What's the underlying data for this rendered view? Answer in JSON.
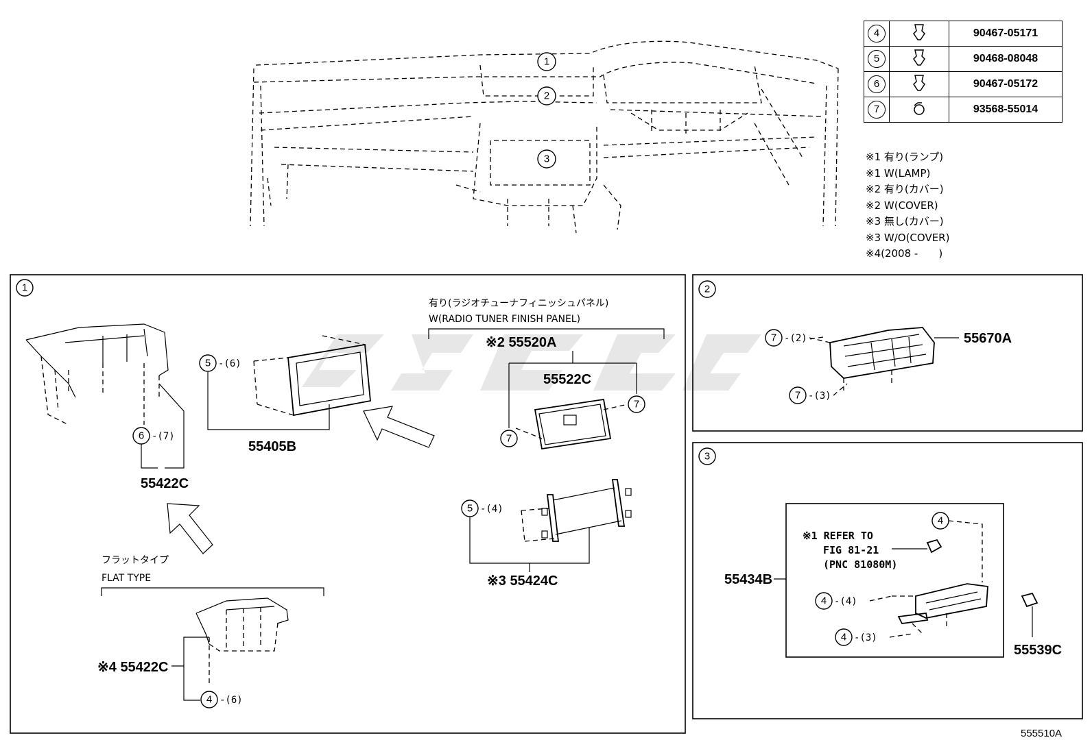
{
  "legend": [
    {
      "num": "4",
      "icon": "clip-icon",
      "part": "90467-05171"
    },
    {
      "num": "5",
      "icon": "clip-icon",
      "part": "90468-08048"
    },
    {
      "num": "6",
      "icon": "clip-icon",
      "part": "90467-05172"
    },
    {
      "num": "7",
      "icon": "screw-icon",
      "part": "93568-55014"
    }
  ],
  "notes": [
    "※1 有り(ランプ)",
    "※1 W(LAMP)",
    "※2 有り(カバー)",
    "※2 W(COVER)",
    "※3 無し(カバー)",
    "※3 W/O(COVER)",
    "※4(2008 -　　)"
  ],
  "overview": {
    "callouts": [
      "1",
      "2",
      "3"
    ]
  },
  "section1": {
    "num": "1",
    "radio_jp": "有り(ラジオチューナフィニッシュパネル)",
    "radio_en": "W(RADIO TUNER FINISH PANEL)",
    "p55520A": "※2 55520A",
    "p55522C": "55522C",
    "p55405B": "55405B",
    "p55422C": "55422C",
    "p55424C": "※3 55424C",
    "p55422C_flat": "※4 55422C",
    "flat_jp": "フラットタイプ",
    "flat_en": "FLAT TYPE",
    "c5a": "5",
    "c5a_q": "-(6)",
    "c6": "6",
    "c6_q": "-(7)",
    "c7a": "7",
    "c7b": "7",
    "c5b": "5",
    "c5b_q": "-(4)",
    "c4": "4",
    "c4_q": "-(6)"
  },
  "section2": {
    "num": "2",
    "p55670A": "55670A",
    "c7a": "7",
    "c7a_q": "-(2)",
    "c7b": "7",
    "c7b_q": "-(3)"
  },
  "section3": {
    "num": "3",
    "p55434B": "55434B",
    "p55539C": "55539C",
    "refer1": "※1 REFER TO",
    "refer2": "FIG 81-21",
    "refer3": "(PNC 81080M)",
    "c4a": "4",
    "c4b": "4",
    "c4b_q": "-(4)",
    "c4c": "4",
    "c4c_q": "-(3)"
  },
  "figure_id": "555510A"
}
